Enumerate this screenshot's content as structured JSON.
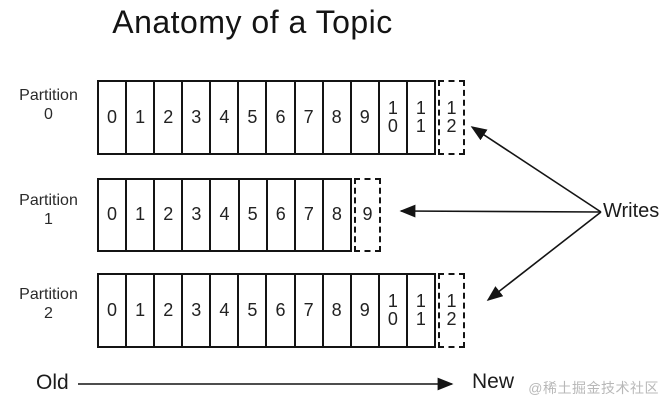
{
  "title": "Anatomy of a Topic",
  "partitions": [
    {
      "label": "Partition",
      "number": "0",
      "cells": [
        "0",
        "1",
        "2",
        "3",
        "4",
        "5",
        "6",
        "7",
        "8",
        "9",
        "10",
        "11"
      ],
      "next_offset": "12"
    },
    {
      "label": "Partition",
      "number": "1",
      "cells": [
        "0",
        "1",
        "2",
        "3",
        "4",
        "5",
        "6",
        "7",
        "8"
      ],
      "next_offset": "9"
    },
    {
      "label": "Partition",
      "number": "2",
      "cells": [
        "0",
        "1",
        "2",
        "3",
        "4",
        "5",
        "6",
        "7",
        "8",
        "9",
        "10",
        "11"
      ],
      "next_offset": "12"
    }
  ],
  "writes_label": "Writes",
  "old_label": "Old",
  "new_label": "New",
  "watermark": "@稀土掘金技术社区",
  "colors": {
    "line": "#141414",
    "text": "#1c1c1c",
    "watermark": "#b8b8b8"
  }
}
